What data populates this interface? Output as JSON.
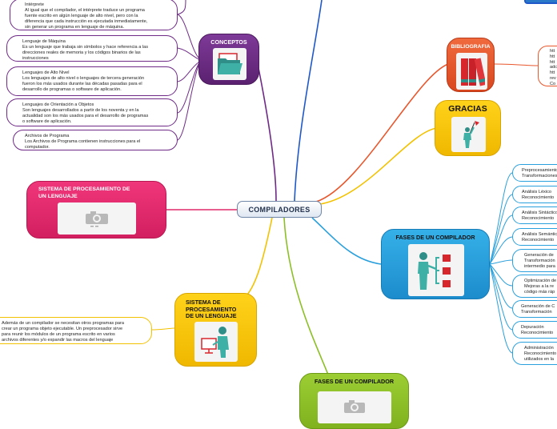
{
  "center": {
    "title": "COMPILADORES"
  },
  "conceptos": {
    "title": "CONCEPTOS",
    "items": [
      {
        "text": "Intérprete\nAl igual que el compilador, el intérprete traduce un programa\nfuente escrito en algún lenguaje de alto nivel, pero con la\ndiferencia que cada instrucción es ejecutada inmediatamente,\nsin generar un programa en lenguaje de máquina."
      },
      {
        "text": "Lenguaje de Máquina\nEs un lenguaje que trabaja sin símbolos y hace referencia a las\ndirecciones reales de memoria y los códigos binarios de las\ninstrucciones"
      },
      {
        "text": "Lenguajes de Alto Nivel\nLos lenguajes de alto nivel o lenguajes de tercera generación\nfueron los más usados durante las décadas pasadas para el\ndesarrollo de programas o software de aplicación."
      },
      {
        "text": "Lenguajes de Orientación a Objetos\nSon lenguajes desarrollados a partir de los noventa y en la\nactualidad son los más usados para el desarrollo de programas\no software de aplicación."
      },
      {
        "text": "Archivos de Programa\nLos Archivos de Programa contienen instrucciones para el\ncomputador."
      }
    ]
  },
  "bibliografia": {
    "title": "BIBLIOGRAFIA",
    "links_text": "htt\nhtt\nhtt\nadc\nhtt\nrev\nCo"
  },
  "gracias": {
    "title": "GRACIAS"
  },
  "sistema_left": {
    "title": "SISTEMA DE PROCESAMIENTO DE\nUN LENGUAJE"
  },
  "sistema_bottom": {
    "title": "SISTEMA DE\nPROCESAMIENTO\nDE UN LENGUAJE",
    "note": "Además de un compilador se necesitan otros programas para\ncrear un programa objeto ejecutable. Un preprocesador sirve\npara reunir los módulos de un programa escrito en varios\narchivos diferentes y/o expandir las macros del lenguaje"
  },
  "fases_right": {
    "title": "FASES DE UN COMPILADOR",
    "items": [
      {
        "text": "Preprocesamiento\nTransformaciones"
      },
      {
        "text": "Análisis Léxico\nReconocimiento"
      },
      {
        "text": "Análisis Sintáctico\nReconocimiento"
      },
      {
        "text": "Análisis Semántico\nReconocimiento"
      },
      {
        "text": "Generación de\nTransformación\nintermedio para"
      },
      {
        "text": "Optimización de\nMejoras a la re\ncódigo más ráp"
      },
      {
        "text": "Generación de C\nTransformación"
      },
      {
        "text": "Depuración\nReconocimiento"
      },
      {
        "text": "Administración\nReconocimiento\nutilizados en la"
      }
    ]
  },
  "fases_bottom": {
    "title": "FASES DE UN COMPILADOR"
  },
  "colors": {
    "purple": "#6e2a86",
    "blue": "#2a78c8",
    "orange": "#e8562c",
    "yellow": "#f2c200",
    "pink": "#e0296a",
    "teal": "#2aa0dc",
    "lime": "#8cbf26",
    "dark_blue": "#1f58c8"
  }
}
